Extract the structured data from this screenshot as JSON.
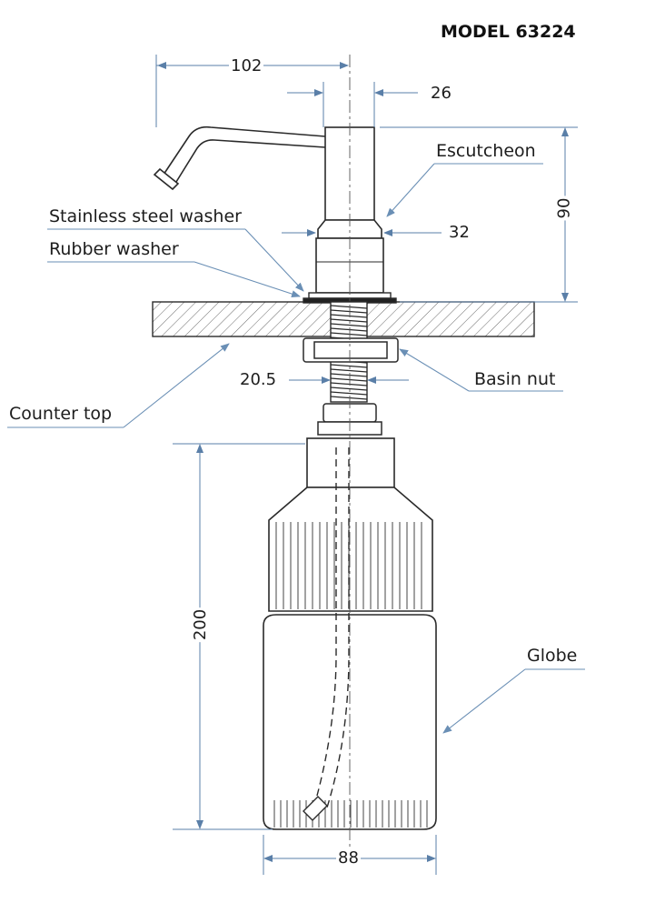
{
  "title": "MODEL 63224",
  "labels": {
    "escutcheon": "Escutcheon",
    "stainless_washer": "Stainless steel washer",
    "rubber_washer": "Rubber washer",
    "basin_nut": "Basin nut",
    "counter_top": "Counter top",
    "globe": "Globe"
  },
  "dimensions": {
    "spout_reach": "102",
    "spout_diameter": "26",
    "escutcheon_height": "90",
    "escutcheon_diameter": "32",
    "shank_diameter": "20.5",
    "globe_height": "200",
    "globe_diameter": "88"
  },
  "colors": {
    "line": "#2a2a2a",
    "leader": "#6a8fb5",
    "hatch": "#555555"
  }
}
